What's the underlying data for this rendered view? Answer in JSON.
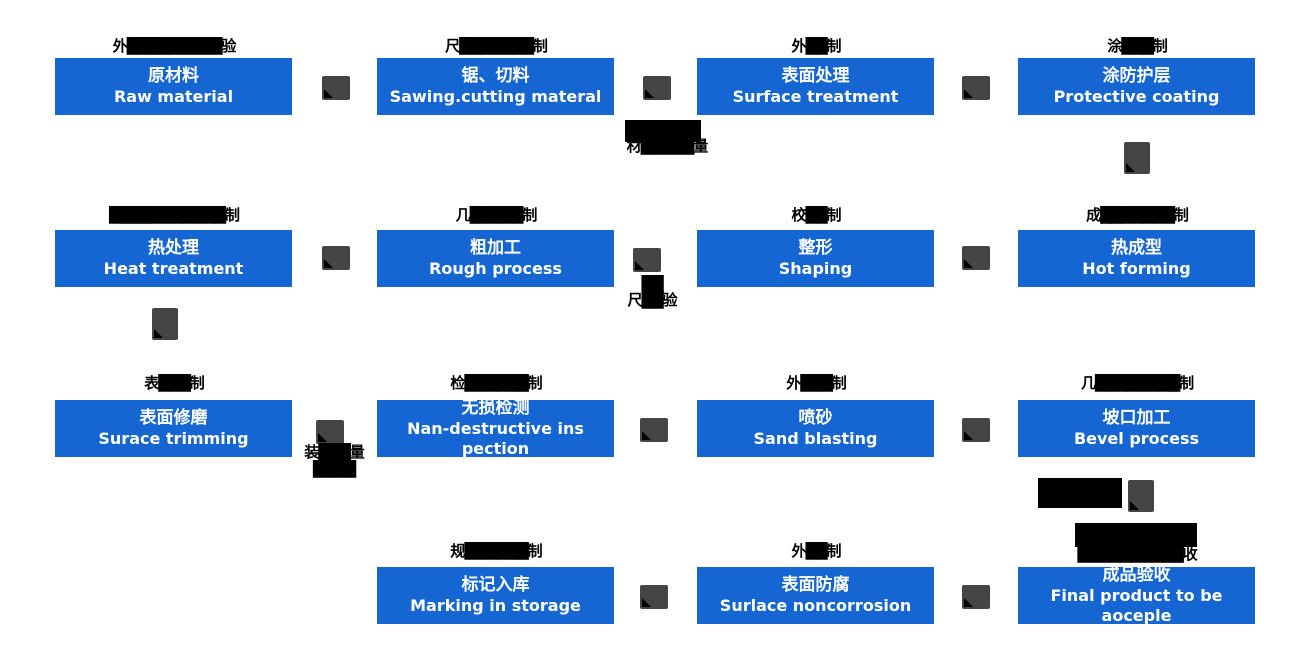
{
  "colors": {
    "box_blue": "#1565d2",
    "arrow_gray": "#454545",
    "label_black": "#000000",
    "text_white": "#ffffff"
  },
  "nodes": [
    {
      "zh": "原材料",
      "en": "Raw material",
      "label": "外█████████验"
    },
    {
      "zh": "锯、切料",
      "en": "Sawing.cutting materal",
      "label": "尺███████制"
    },
    {
      "zh": "表面处理",
      "en": "Surface treatment",
      "label": "外██制"
    },
    {
      "zh": "涂防护层",
      "en": "Protective coating",
      "label": "涂███制"
    },
    {
      "zh": "热处理",
      "en": "Heat treatment",
      "label": "███████████制"
    },
    {
      "zh": "粗加工",
      "en": "Rough process",
      "label": "几█████制"
    },
    {
      "zh": "整形",
      "en": "Shaping",
      "label": "校██制"
    },
    {
      "zh": "热成型",
      "en": "Hot forming",
      "label": "成███████制"
    },
    {
      "zh": "表面修磨",
      "en": "Surace trimming",
      "label": "表███制"
    },
    {
      "zh": "无损检测",
      "en": "Nan-destructive ins pection",
      "label": "检██████制"
    },
    {
      "zh": "喷砂",
      "en": "Sand blasting",
      "label": "外███制"
    },
    {
      "zh": "坡口加工",
      "en": "Bevel process",
      "label": "几████████制"
    },
    {
      "zh": "标记入库",
      "en": "Marking in storage",
      "label": "规██████制"
    },
    {
      "zh": "表面防腐",
      "en": "Surlace noncorrosion",
      "label": "外██制"
    },
    {
      "zh": "成品验收",
      "en": "Final product to be aoceple",
      "label": "██████████收"
    }
  ],
  "annotations": {
    "row1_check": "材█████量",
    "row2_check_line1": "██",
    "row2_check_line2": "尺██验",
    "row3_check_line1": "装███量",
    "row3_check_line2": "████"
  }
}
